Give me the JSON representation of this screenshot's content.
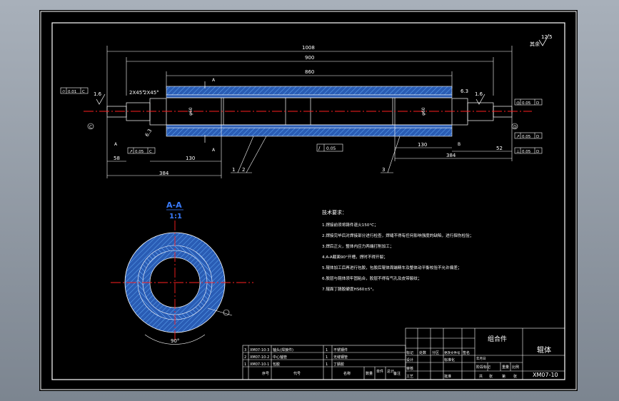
{
  "colors": {
    "background": "#000000",
    "frame": "#ffffff",
    "part_fill": "#2a5cb4",
    "hatch": "#4a90e0",
    "centerline": "#ff2020",
    "title_blue": "#3a7cff",
    "leader": "#8ca0ff"
  },
  "dimensions": {
    "overall": "1008",
    "d900": "900",
    "d860": "860",
    "d130_left": "130",
    "d130_right": "130",
    "d58": "58",
    "d52": "52",
    "d384_left": "384",
    "d384_right": "384",
    "phi_left": "φ60",
    "phi_right": "φ60",
    "chamfer1": "2X45°",
    "chamfer2": "2X45°",
    "rough_left": "1.6",
    "rough_right": "1.6",
    "rough_mid_left": "6.3",
    "rough_mid_right": "6.3",
    "rough_corner": "12.5",
    "rough_corner_label": "其余"
  },
  "tolerance": {
    "left_top": "0.01",
    "left_bottom": "0.05",
    "right_top": "0.05",
    "right_bottom": "0.05",
    "middle": "0.05"
  },
  "datum": {
    "left": "C",
    "right": "D",
    "left_small": "A",
    "right_small": "B"
  },
  "section": {
    "title": "A-A",
    "scale": "1:1",
    "marker": "A",
    "angle": "90°"
  },
  "balloons": [
    "1",
    "2",
    "3"
  ],
  "notes": {
    "title": "技术要求：",
    "items": [
      "1.焊接前须将铸件退火150°C；",
      "2.焊接完毕后对焊接部分进行检查，焊缝不得有任何影响强度的缺陷，进行探伤检验；",
      "3.焊后正火，整体内应力两端打削加工；",
      "4.A-A截面90°开槽，焊时不得开裂；",
      "5.辊体加工后再进行包胶，包胶后辊体周端精车及整体动平衡校验不允许偏差；",
      "6.胶层与辊体须牢固粘合，胶层不得有气孔及皮带裂纹；",
      "7.辊面丁腈胶硬度HS60±5°。"
    ]
  },
  "parts_list": [
    [
      "3",
      "XM07-10-3",
      "轴头(焊接件)",
      "1",
      "",
      "不锈钢件"
    ],
    [
      "2",
      "XM07-10-2",
      "中心轴管",
      "1",
      "",
      "无缝钢管"
    ],
    [
      "1",
      "XM07-10-1",
      "包胶",
      "1",
      "",
      "丁腈胶"
    ]
  ],
  "parts_header": [
    "序号",
    "代号",
    "名称",
    "数量",
    "单件",
    "总计",
    "备注"
  ],
  "title_block": {
    "assembly": "组合件",
    "name": "辊体",
    "code": "XM07-10",
    "row1": [
      "标记",
      "处数",
      "分区",
      "更改文件号",
      "签名",
      "年月日"
    ],
    "row2": [
      "设计",
      "标准化",
      "阶段标记",
      "重量",
      "比例"
    ],
    "row3": [
      "审核",
      "工艺",
      "批准"
    ],
    "sheet": [
      "共",
      "张",
      "第",
      "张"
    ]
  }
}
